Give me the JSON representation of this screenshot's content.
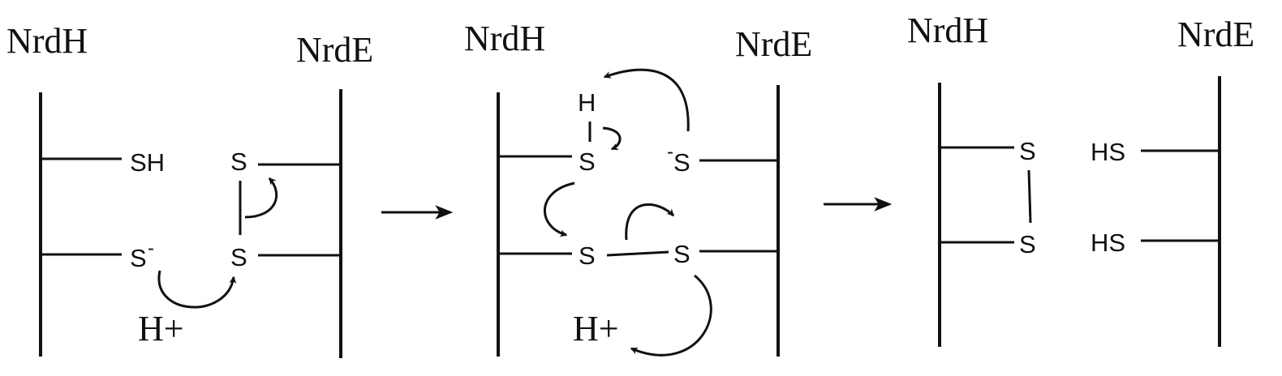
{
  "panels": [
    {
      "left_label": "NrdH",
      "right_label": "NrdE",
      "thiol_top": "SH",
      "thiolate": "S",
      "thiolate_charge": "-",
      "disulfide_top": "S",
      "disulfide_bottom": "S",
      "proton": "H+"
    },
    {
      "left_label": "NrdH",
      "right_label": "NrdE",
      "hydrogen": "H",
      "sulfur_top_left": "S",
      "thiolate_charge": "-",
      "thiolate_top_right": "S",
      "disulfide_left": "S",
      "disulfide_right": "S",
      "proton": "H+"
    },
    {
      "left_label": "NrdH",
      "right_label": "NrdE",
      "disulfide_top": "S",
      "disulfide_bottom": "S",
      "thiol_top": "HS",
      "thiol_bottom": "HS"
    }
  ],
  "colors": {
    "ink": "#111111",
    "background": "#ffffff"
  },
  "icons": [
    "reaction-arrow-icon",
    "electron-push-arrow-icon"
  ]
}
